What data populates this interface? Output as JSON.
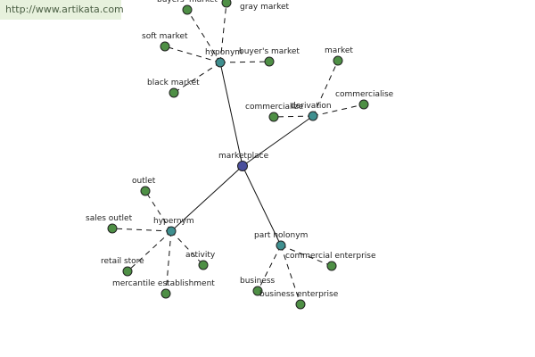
{
  "watermark": {
    "text": "http://www.artikata.com"
  },
  "graph": {
    "edges_solid": [
      [
        "marketplace",
        "hyponym"
      ],
      [
        "marketplace",
        "derivation"
      ],
      [
        "marketplace",
        "hypernym"
      ],
      [
        "marketplace",
        "part holonym"
      ]
    ],
    "edges_dashed": [
      [
        "hyponym",
        "buyers' market"
      ],
      [
        "hyponym",
        "gray market"
      ],
      [
        "hyponym",
        "soft market"
      ],
      [
        "hyponym",
        "buyer's market"
      ],
      [
        "hyponym",
        "black market"
      ],
      [
        "derivation",
        "market"
      ],
      [
        "derivation",
        "commercialize"
      ],
      [
        "derivation",
        "commercialise"
      ],
      [
        "hypernym",
        "outlet"
      ],
      [
        "hypernym",
        "sales outlet"
      ],
      [
        "hypernym",
        "retail store"
      ],
      [
        "hypernym",
        "activity"
      ],
      [
        "hypernym",
        "mercantile establishment"
      ],
      [
        "part holonym",
        "commercial enterprise"
      ],
      [
        "part holonym",
        "business"
      ],
      [
        "part holonym",
        "business enterprise"
      ]
    ],
    "nodes": [
      {
        "id": "marketplace",
        "label": "marketplace",
        "kind": "root",
        "color": "#4a4f9c"
      },
      {
        "id": "hyponym",
        "label": "hyponym",
        "kind": "relation",
        "color": "#3f8f8f"
      },
      {
        "id": "derivation",
        "label": "derivation",
        "kind": "relation",
        "color": "#3f8f8f"
      },
      {
        "id": "hypernym",
        "label": "hypernym",
        "kind": "relation",
        "color": "#3f8f8f"
      },
      {
        "id": "part holonym",
        "label": "part holonym",
        "kind": "relation",
        "color": "#3f8f8f"
      },
      {
        "id": "buyers' market",
        "label": "buyers' market",
        "kind": "term",
        "color": "#4e8f45"
      },
      {
        "id": "gray market",
        "label": "gray market",
        "kind": "term",
        "color": "#4e8f45"
      },
      {
        "id": "soft market",
        "label": "soft market",
        "kind": "term",
        "color": "#4e8f45"
      },
      {
        "id": "buyer's market",
        "label": "buyer's market",
        "kind": "term",
        "color": "#4e8f45"
      },
      {
        "id": "black market",
        "label": "black market",
        "kind": "term",
        "color": "#4e8f45"
      },
      {
        "id": "market",
        "label": "market",
        "kind": "term",
        "color": "#4e8f45"
      },
      {
        "id": "commercialize",
        "label": "commercialize",
        "kind": "term",
        "color": "#4e8f45"
      },
      {
        "id": "commercialise",
        "label": "commercialise",
        "kind": "term",
        "color": "#4e8f45"
      },
      {
        "id": "outlet",
        "label": "outlet",
        "kind": "term",
        "color": "#4e8f45"
      },
      {
        "id": "sales outlet",
        "label": "sales outlet",
        "kind": "term",
        "color": "#4e8f45"
      },
      {
        "id": "retail store",
        "label": "retail store",
        "kind": "term",
        "color": "#4e8f45"
      },
      {
        "id": "activity",
        "label": "activity",
        "kind": "term",
        "color": "#4e8f45"
      },
      {
        "id": "mercantile establishment",
        "label": "mercantile establishment",
        "kind": "term",
        "color": "#4e8f45"
      },
      {
        "id": "commercial enterprise",
        "label": "commercial enterprise",
        "kind": "term",
        "color": "#4e8f45"
      },
      {
        "id": "business",
        "label": "business",
        "kind": "term",
        "color": "#4e8f45"
      },
      {
        "id": "business enterprise",
        "label": "business enterprise",
        "kind": "term",
        "color": "#4e8f45"
      }
    ]
  }
}
